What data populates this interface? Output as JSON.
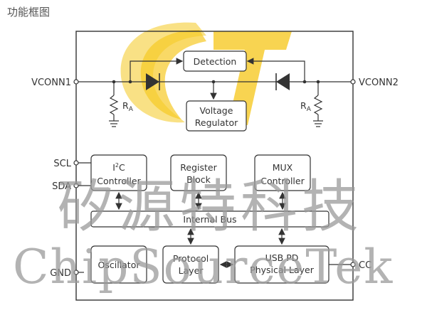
{
  "title": "功能框图",
  "pins": {
    "vconn1": "VCONN1",
    "vconn2": "VCONN2",
    "scl": "SCL",
    "sda": "SDA",
    "gnd": "GND",
    "cc": "CC"
  },
  "resistor_label": {
    "main": "R",
    "sub": "A"
  },
  "blocks": {
    "detection": "Detection",
    "voltage_regulator": [
      "Voltage",
      "Regulator"
    ],
    "i2c_controller": {
      "line1_pre": "I",
      "line1_sup": "2",
      "line1_post": "C",
      "line2": "Controller"
    },
    "register_block": [
      "Register",
      "Block"
    ],
    "mux_controller": [
      "MUX",
      "Controller"
    ],
    "internal_bus": "Internal Bus",
    "oscillator": "Oscillator",
    "protocol_layer": [
      "Protocol",
      "Layer"
    ],
    "usb_pd_phy": [
      "USB PD",
      "Physical Layer"
    ]
  },
  "watermark": {
    "chinese": "矽源特科技",
    "english": "ChipSourceTek",
    "logo": "ST",
    "logo_colors": [
      "#f5c000",
      "#f8dc70"
    ]
  }
}
